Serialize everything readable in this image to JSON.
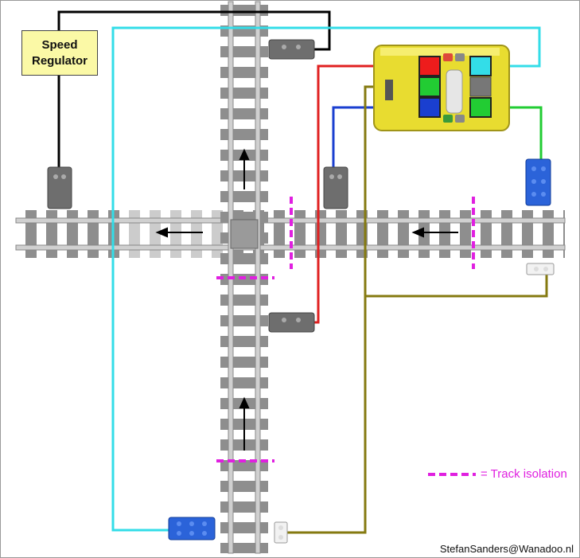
{
  "speed_regulator": {
    "line1": "Speed",
    "line2": "Regulator"
  },
  "legend": {
    "label": "= Track isolation",
    "color": "#e020e0"
  },
  "credit": "StefanSanders@Wanadoo.nl",
  "wire_colors": {
    "black": "#000000",
    "cyan": "#33dde8",
    "red": "#e02020",
    "blue": "#1a3fd0",
    "green": "#22cc33",
    "olive": "#857a10"
  },
  "components": [
    "speed-regulator-box",
    "rcx-controller",
    "motor-brick-top",
    "motor-brick-middle",
    "motor-brick-left",
    "motor-brick-center",
    "touch-sensor-right",
    "touch-sensor-bottom",
    "light-sensor-right",
    "light-sensor-bottom",
    "horizontal-track",
    "vertical-track"
  ]
}
